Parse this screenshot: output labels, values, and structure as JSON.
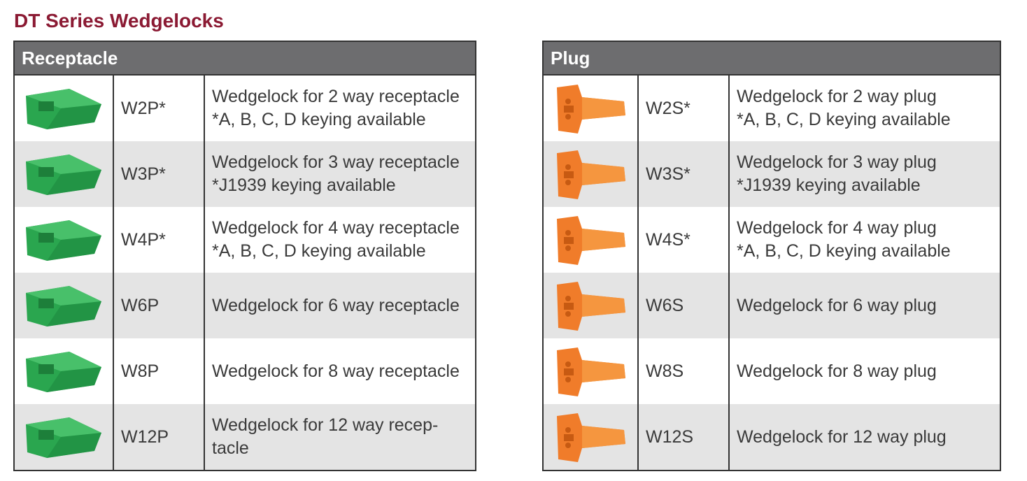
{
  "title": "DT Series Wedgelocks",
  "colors": {
    "title": "#8b1a33",
    "header_bg": "#6d6d6f",
    "row_alt": "#e4e4e4",
    "green_part": "#2aa64f",
    "orange_part": "#f07c2a"
  },
  "receptacle": {
    "header": "Receptacle",
    "rows": [
      {
        "icon": "green-wedgelock-icon",
        "code": "W2P*",
        "line1": "Wedgelock for 2 way receptacle",
        "line2": "*A, B, C, D keying available"
      },
      {
        "icon": "green-wedgelock-icon",
        "code": "W3P*",
        "line1": "Wedgelock for 3 way receptacle",
        "line2": "*J1939 keying available"
      },
      {
        "icon": "green-wedgelock-icon",
        "code": "W4P*",
        "line1": "Wedgelock for 4 way receptacle",
        "line2": "*A, B, C, D keying available"
      },
      {
        "icon": "green-wedgelock-icon",
        "code": "W6P",
        "line1": "Wedgelock for 6 way receptacle",
        "line2": ""
      },
      {
        "icon": "green-wedgelock-icon",
        "code": "W8P",
        "line1": "Wedgelock for 8 way receptacle",
        "line2": ""
      },
      {
        "icon": "green-wedgelock-icon",
        "code": "W12P",
        "line1": "Wedgelock for 12 way recep-",
        "line2": "tacle"
      }
    ]
  },
  "plug": {
    "header": "Plug",
    "rows": [
      {
        "icon": "orange-wedgelock-icon",
        "code": "W2S*",
        "line1": "Wedgelock for 2 way plug",
        "line2": "*A, B, C, D keying available"
      },
      {
        "icon": "orange-wedgelock-icon",
        "code": "W3S*",
        "line1": "Wedgelock for 3 way plug",
        "line2": "*J1939 keying available"
      },
      {
        "icon": "orange-wedgelock-icon",
        "code": "W4S*",
        "line1": "Wedgelock for 4 way plug",
        "line2": "*A, B, C, D keying available"
      },
      {
        "icon": "orange-wedgelock-icon",
        "code": "W6S",
        "line1": "Wedgelock for 6 way plug",
        "line2": ""
      },
      {
        "icon": "orange-wedgelock-icon",
        "code": "W8S",
        "line1": "Wedgelock for 8 way plug",
        "line2": ""
      },
      {
        "icon": "orange-wedgelock-icon",
        "code": "W12S",
        "line1": "Wedgelock for 12 way plug",
        "line2": ""
      }
    ]
  }
}
